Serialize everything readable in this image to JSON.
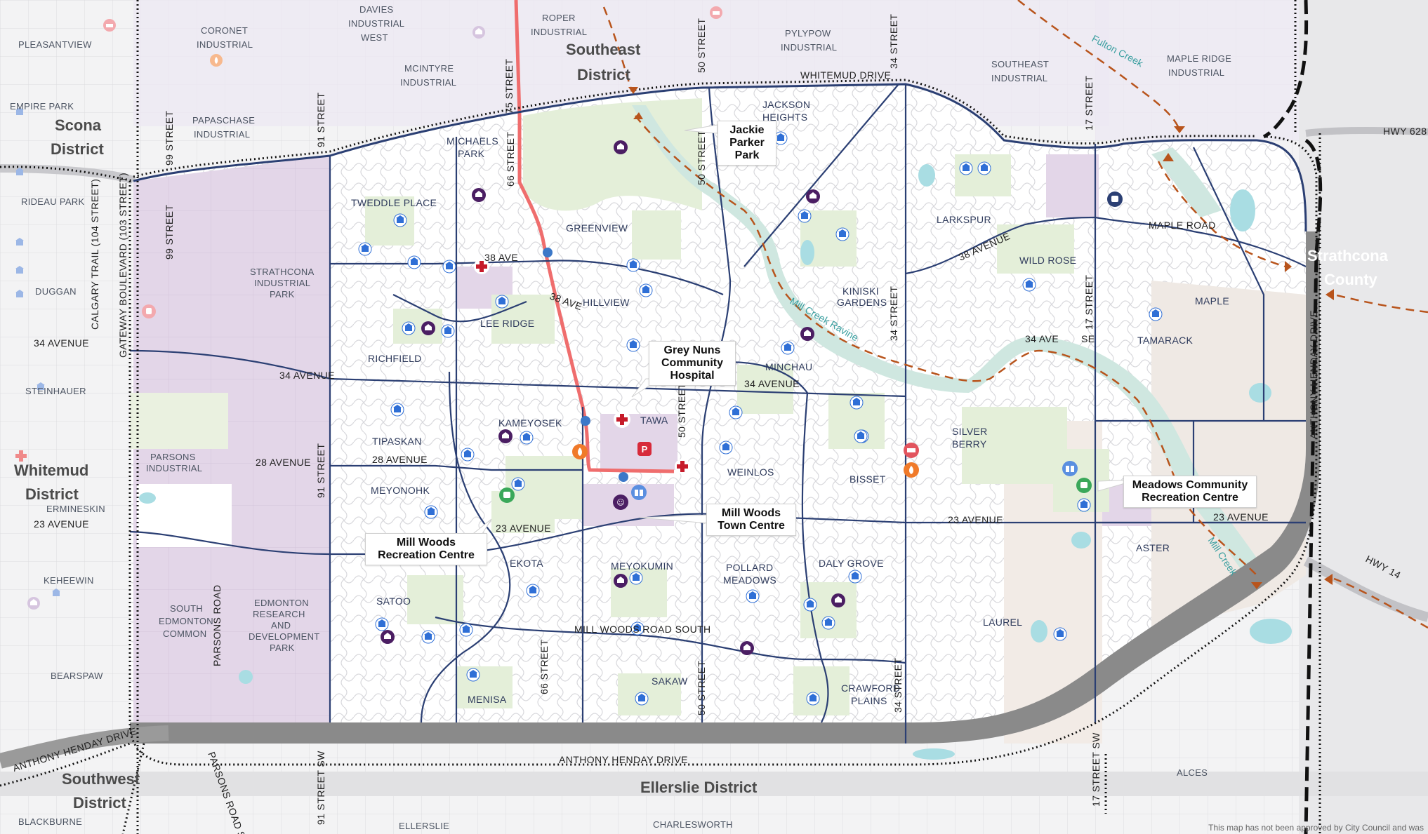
{
  "map": {
    "districts": {
      "southeast": "Southeast\nDistrict",
      "scona": "Scona\nDistrict",
      "whitemud": "Whitemud\nDistrict",
      "southwest": "Southwest\nDistrict",
      "ellerslie": "Ellerslie District",
      "strathcona": "Strathcona\nCounty"
    },
    "outside_areas": {
      "pleasantview": "PLEASANTVIEW",
      "coronet": "CORONET\nINDUSTRIAL",
      "davies": "DAVIES\nINDUSTRIAL\nWEST",
      "roper": "ROPER\nINDUSTRIAL",
      "pylypow": "PYLYPOW\nINDUSTRIAL",
      "mcintyre": "MCINTYRE\nINDUSTRIAL",
      "empire_park": "EMPIRE PARK",
      "papaschase": "PAPASCHASE\nINDUSTRIAL",
      "southeast_industrial": "SOUTHEAST\nINDUSTRIAL",
      "maple_ridge": "MAPLE RIDGE\nINDUSTRIAL",
      "rideau": "RIDEAU PARK",
      "duggan": "DUGGAN",
      "steinhauer": "STEINHAUER",
      "ermineskin": "ERMINESKIN",
      "keheewin": "KEHEEWIN",
      "bearspaw": "BEARSPAW",
      "blackburne": "BLACKBURNE",
      "ellerslie_n": "ELLERSLIE",
      "charlesworth": "CHARLESWORTH",
      "alces": "ALCES"
    },
    "industrial_areas": {
      "strathcona_industrial": "STRATHCONA\nINDUSTRIAL\nPARK",
      "parsons_industrial": "PARSONS\nINDUSTRIAL",
      "south_edmonton_common": "SOUTH\nEDMONTON\nCOMMON",
      "edmonton_research": "EDMONTON\nRESEARCH\nAND\nDEVELOPMENT\nPARK"
    },
    "neighbourhoods": {
      "michaels_park": "MICHAELS\nPARK",
      "tweddle_place": "TWEDDLE PLACE",
      "greenview": "GREENVIEW",
      "jackson_heights": "JACKSON\nHEIGHTS",
      "larkspur": "LARKSPUR",
      "wild_rose": "WILD ROSE",
      "maple": "MAPLE",
      "tamarack": "TAMARACK",
      "kiniski_gardens": "KINISKI\nGARDENS",
      "hillview": "HILLVIEW",
      "lee_ridge": "LEE RIDGE",
      "richfield": "RICHFIELD",
      "minchau": "MINCHAU",
      "kameyosek": "KAMEYOSEK",
      "tipaskan": "TIPASKAN",
      "tawa": "TAWA",
      "weinlos": "WEINLOS",
      "bisset": "BISSET",
      "silver_berry": "SILVER\nBERRY",
      "meyonohk": "MEYONOHK",
      "ekota": "EKOTA",
      "meyokumin": "MEYOKUMIN",
      "pollard_meadows": "POLLARD\nMEADOWS",
      "daly_grove": "DALY GROVE",
      "aster": "ASTER",
      "satoo": "SATOO",
      "laurel": "LAUREL",
      "menisa": "MENISA",
      "sakaw": "SAKAW",
      "crawford_plains": "CRAWFORD\nPLAINS"
    },
    "roads": {
      "whitemud_drive": "WHITEMUD DRIVE",
      "anthony_henday_s": "ANTHONY HENDAY DRIVE",
      "anthony_henday_sw": "ANTHONY HENDAY DRIVE",
      "anthony_henday_e": "ANTHONY HENDAY DRIVE",
      "hwy628": "HWY 628",
      "hwy14": "HWY 14",
      "ave38_w": "38 AVE",
      "ave38_e": "38 AVE",
      "ave38_larkspur": "38 AVENUE",
      "ave34_outside": "34 AVENUE",
      "ave34_w": "34 AVENUE",
      "ave34_c": "34 AVENUE",
      "ave34_se": "34 AVE",
      "se": "SE",
      "ave28": "28 AVENUE",
      "ave28_c": "28 AVENUE",
      "ave23_outside": "23 AVENUE",
      "ave23_c": "23 AVENUE",
      "ave23_e": "23 AVENUE",
      "ave23_far": "23 AVENUE",
      "maple_road": "MAPLE ROAD",
      "mill_woods_road_south": "MILL WOODS ROAD SOUTH",
      "st99_n": "99 STREET",
      "st99": "99 STREET",
      "st91_n": "91 STREET",
      "st91": "91 STREET",
      "st91sw": "91 STREET SW",
      "st75": "75 STREET",
      "st66_n": "66 STREET",
      "st66_s": "66 STREET",
      "st50_n": "50 STREET",
      "st50_c": "50 STREET",
      "st50_s": "50 STREET",
      "st50_mid": "50 STREET",
      "st34_n": "34 STREET",
      "st34_c": "34 STREET",
      "st34_s": "34 STREET",
      "st17_n": "17 STREET",
      "st17_c": "17 STREET",
      "st17sw": "17 STREET SW",
      "calgary_trail": "CALGARY TRAIL (104 STREET)",
      "gateway": "GATEWAY BOULEVARD (103 STREET)",
      "parsons_n": "PARSONS ROAD",
      "parsons_s": "PARSONS ROAD SW"
    },
    "creeks": {
      "mill_creek_ravine": "Mill Creek Ravine",
      "fulton_creek": "Fulton Creek",
      "mill_creek": "Mill Creek"
    },
    "callouts": {
      "jackie_parker": "Jackie\nParker\nPark",
      "grey_nuns": "Grey Nuns\nCommunity\nHospital",
      "mill_woods_town_centre": "Mill Woods\nTown Centre",
      "mill_woods_rec": "Mill Woods\nRecreation Centre",
      "meadows_rec": "Meadows Community\nRecreation Centre"
    },
    "disclaimer": "This map has not been approved by City Council and was"
  },
  "colors": {
    "residential": "#ffffff",
    "outside_bg": "#f3f3f4",
    "industrial": "#e3d6e8",
    "outside_industrial": "#ece9f2",
    "park": "#e4efd9",
    "water": "#a9dde3",
    "ravine": "#cfe7e0",
    "arterial": "#2b3f73",
    "lrt": "#ef6d6d",
    "highway": "#8a8a8a",
    "school": "#2f6fd6",
    "hospital": "#c61b2a",
    "culture": "#4b1e63",
    "fire": "#f07a2a",
    "trail": "#b8541c"
  }
}
